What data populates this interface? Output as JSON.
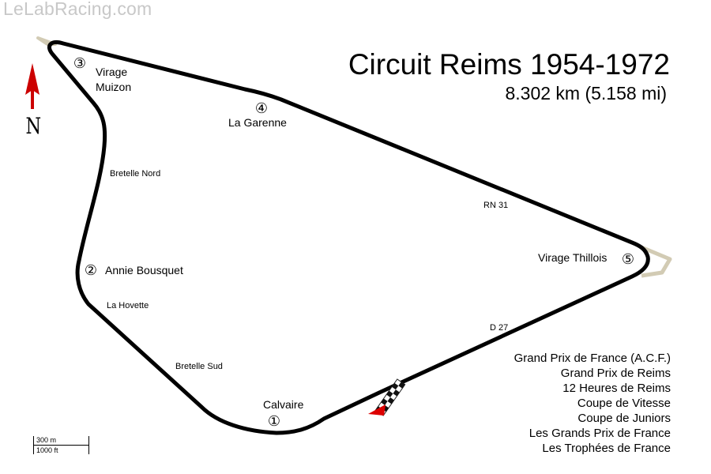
{
  "watermark": "LeLabRacing.com",
  "title": "Circuit Reims 1954-1972",
  "length": "8.302 km (5.158 mi)",
  "north": "N",
  "races": [
    "Grand Prix de France (A.C.F.)",
    "Grand Prix de Reims",
    "12 Heures de Reims",
    "Coupe de Vitesse",
    "Coupe de Juniors",
    "Les Grands Prix de France",
    "Les Trophées de France"
  ],
  "corners": [
    {
      "number": "①",
      "name": "Calvaire"
    },
    {
      "number": "②",
      "name": "Annie Bousquet"
    },
    {
      "number": "③",
      "name": "Virage Muizon"
    },
    {
      "number": "④",
      "name": "La Garenne"
    },
    {
      "number": "⑤",
      "name": "Virage Thillois"
    }
  ],
  "sections": [
    "Bretelle Nord",
    "La Hovette",
    "Bretelle Sud",
    "RN 31",
    "D 27"
  ],
  "scale": {
    "metric": "300 m",
    "imperial": "1000 ft"
  },
  "colors": {
    "track": "#000000",
    "runoff": "#d2cbb4",
    "arrow": "#cc0000",
    "watermark": "#c8c8c8"
  },
  "icons": {
    "north_arrow": "north-arrow-icon",
    "finish_line": "checkered-flag-icon",
    "start_marker": "start-direction-icon"
  }
}
